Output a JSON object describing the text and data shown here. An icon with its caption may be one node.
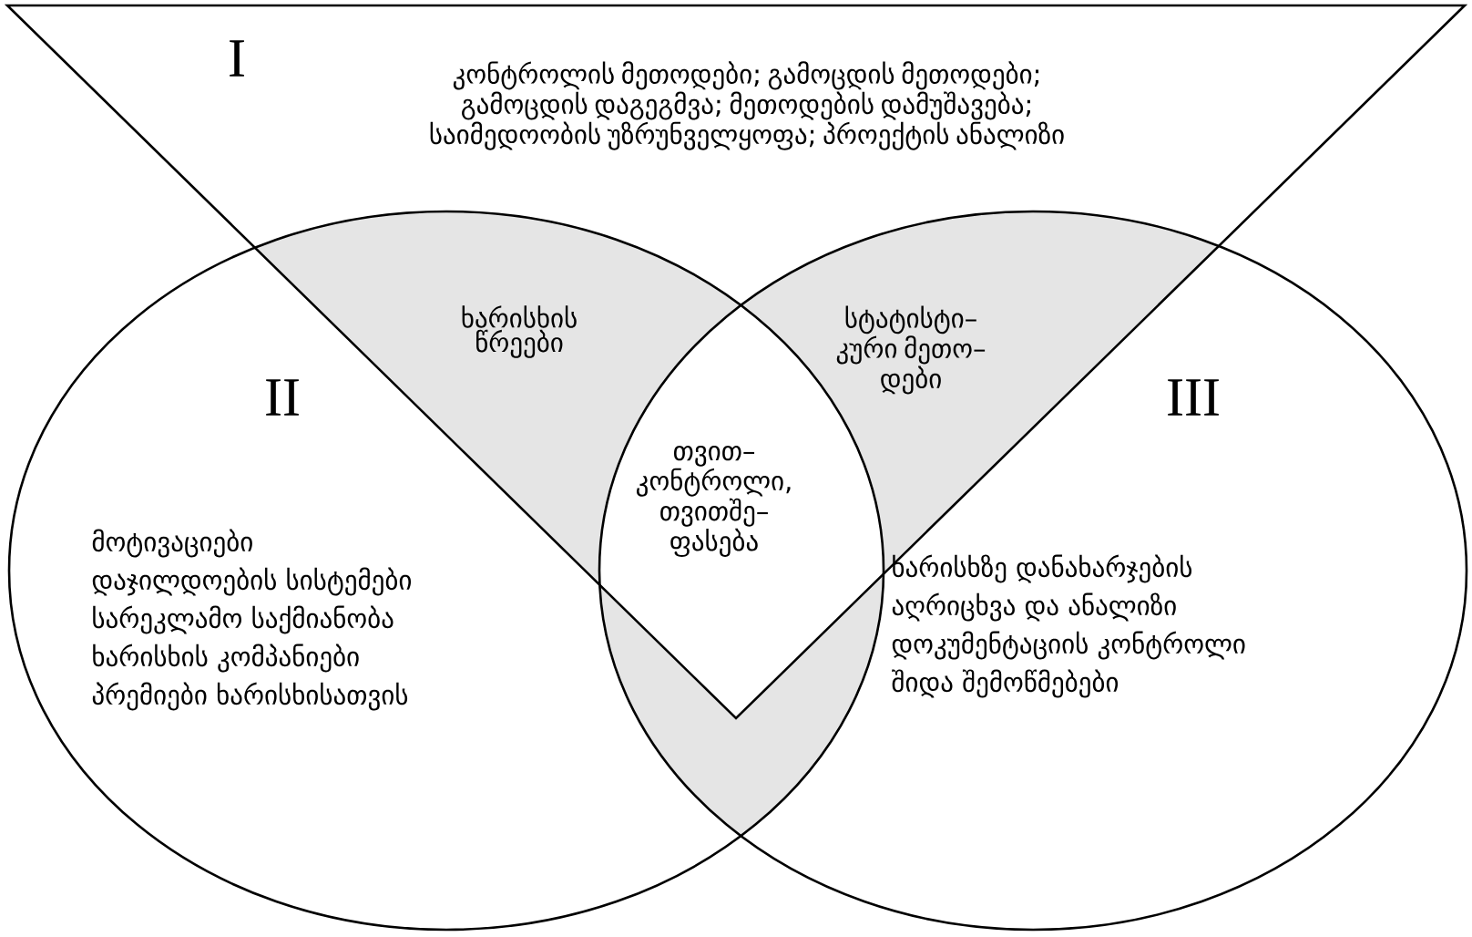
{
  "diagram": {
    "nodes": [
      {
        "text": [
          "I",
          "კონტროლის მეთოდები; გამოცდის მეთოდები; გამოცდის დაგეგმვა; მეთოდების დამუშავება; საიმედოობის უზრუნველყოფა; პროექტის ანალიზი"
        ]
      },
      {
        "text": [
          "II",
          "მოტივაციები",
          "დაჯილდოების სისტემები",
          "სარეკლამო საქმიანობა",
          "ხარისხის კომპანიები",
          "პრემიები ხარისხისათვის"
        ]
      },
      {
        "text": [
          "III",
          "ხარისხზე დანახარჯების",
          "აღრიცხვა და ანალიზი",
          "დოკუმენტაციის კონტროლი",
          "შიდა შემოწმებები"
        ]
      },
      {
        "text": [
          "ხარისხის წრეები"
        ]
      },
      {
        "text": [
          "სტატისტი– კური მეთო– დები"
        ]
      },
      {
        "text": [
          "თვით– კონტროლი, თვითშე– ფასება"
        ]
      }
    ]
  }
}
